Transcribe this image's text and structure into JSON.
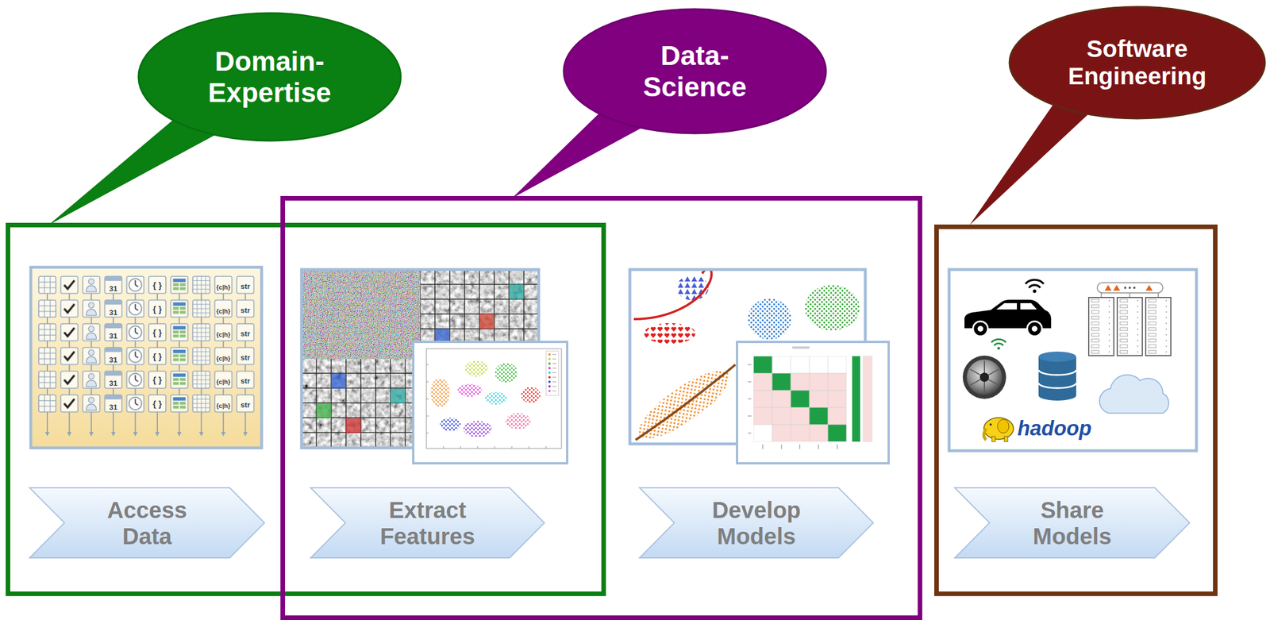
{
  "diagram": {
    "nodes": [
      {
        "text": [
          "Domain- Expertise"
        ]
      },
      {
        "text": [
          "Data- Science"
        ]
      },
      {
        "text": [
          "Software Engineering"
        ]
      },
      {
        "text": [
          "Access Data"
        ]
      },
      {
        "text": [
          "Extract Features"
        ]
      },
      {
        "text": [
          "Develop Models"
        ]
      },
      {
        "text": [
          "Share Models"
        ]
      }
    ],
    "labels": [
      "31",
      "{ }",
      "{c|h}",
      "str",
      "31",
      "{ }",
      "{c|h}",
      "str",
      "31",
      "{ }",
      "{c|h}",
      "str",
      "31",
      "{ }",
      "{c|h}",
      "str",
      "31",
      "{ }",
      "{c|h}",
      "str",
      "31",
      "{ }",
      "{c|h}",
      "str",
      "hadoop"
    ]
  }
}
